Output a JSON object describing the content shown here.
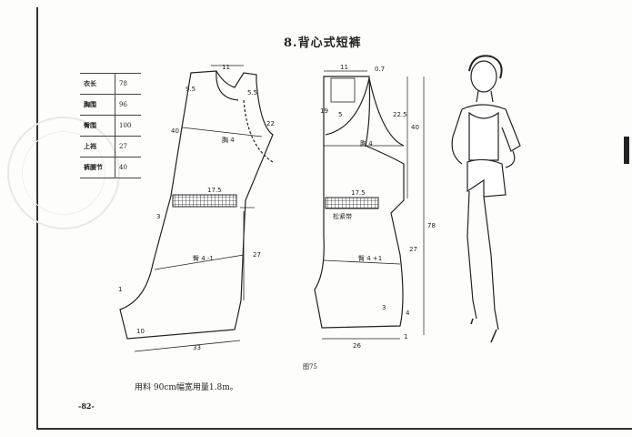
{
  "title": "8.背心式短裤",
  "spec_table": [
    {
      "label": "衣长",
      "value": "78"
    },
    {
      "label": "胸围",
      "value": "96"
    },
    {
      "label": "臀围",
      "value": "100"
    },
    {
      "label": "上裆",
      "value": "27"
    },
    {
      "label": "裤腰节",
      "value": "40"
    }
  ],
  "front_labels": {
    "top_width": "11",
    "neck": "5.5",
    "armhole_depth": "22",
    "length_upper": "40",
    "chest": "胸 4",
    "waist_band": "17.5",
    "crotch_depth": "27",
    "hip": "臀 4 -1",
    "hem": "33",
    "dart": "3",
    "num_9_5": "9.5",
    "num_10": "10",
    "num_1": "1"
  },
  "back_labels": {
    "top_width": "11",
    "offset": "0.7",
    "neck_depth": "19",
    "armhole": "22.5",
    "side_upper": "40",
    "chest": "胸 4",
    "waist_band": "17.5",
    "waist_label": "松紧带",
    "total_length": "78",
    "crotch_depth": "27",
    "hip": "臀 4 +1",
    "hem": "26",
    "num_3": "3",
    "num_1": "1",
    "num_5": "5",
    "num_4": "4"
  },
  "caption": "图75",
  "material_note": "用料  90cm幅宽用量1.8m。",
  "page_number": "-82-"
}
